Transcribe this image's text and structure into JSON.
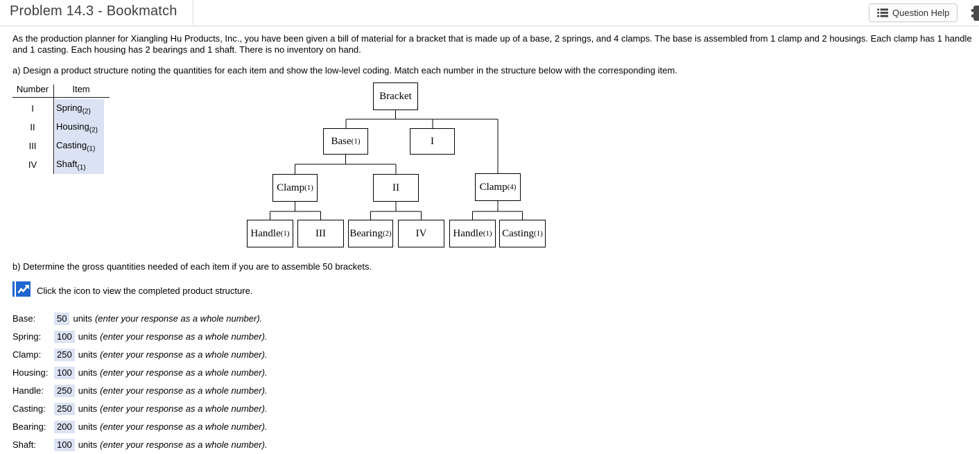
{
  "header": {
    "title": "Problem 14.3 - Bookmatch",
    "question_help": "Question Help",
    "icons": {
      "question_help": "list-icon",
      "edge_partial": "clipped-toolbar-icon"
    }
  },
  "problem": {
    "intro": "As the production planner for Xiangling Hu Products, Inc., you have been given a bill of material for a bracket that is made up of a base, 2 springs, and 4 clamps. The base is assembled from 1 clamp and 2 housings. Each clamp has 1 handle and 1 casting. Each housing has 2 bearings and 1 shaft. There is no inventory on hand.",
    "part_a": "a) Design a product structure noting the quantities for each item and show the low-level coding. Match each number in the structure below with the corresponding item.",
    "part_b": "b) Determine the gross quantities needed of each item if you are to assemble 50 brackets.",
    "icon_caption": "Click the icon to view the completed product structure.",
    "icons": {
      "view_structure": "line-chart-icon"
    }
  },
  "match_table": {
    "col_number": "Number",
    "col_item": "Item",
    "rows": [
      {
        "number": "I",
        "item": "Spring",
        "qty": "(2)"
      },
      {
        "number": "II",
        "item": "Housing",
        "qty": "(2)"
      },
      {
        "number": "III",
        "item": "Casting",
        "qty": "(1)"
      },
      {
        "number": "IV",
        "item": "Shaft",
        "qty": "(1)"
      }
    ]
  },
  "diagram": {
    "boxes": [
      {
        "label": "Bracket",
        "sub": ""
      },
      {
        "label": "Base",
        "sub": "(1)"
      },
      {
        "label": "I",
        "sub": ""
      },
      {
        "label": "Clamp",
        "sub": "(1)"
      },
      {
        "label": "II",
        "sub": ""
      },
      {
        "label": "Clamp",
        "sub": "(4)"
      },
      {
        "label": "Handle",
        "sub": "(1)"
      },
      {
        "label": "III",
        "sub": ""
      },
      {
        "label": "Bearing",
        "sub": "(2)"
      },
      {
        "label": "IV",
        "sub": ""
      },
      {
        "label": "Handle",
        "sub": "(1)"
      },
      {
        "label": "Casting",
        "sub": "(1)"
      }
    ]
  },
  "answers": {
    "units_label": "units",
    "hint": "(enter your response as a whole number).",
    "rows": [
      {
        "label": "Base:",
        "value": "50"
      },
      {
        "label": "Spring:",
        "value": "100"
      },
      {
        "label": "Clamp:",
        "value": "250"
      },
      {
        "label": "Housing:",
        "value": "100"
      },
      {
        "label": "Handle:",
        "value": "250"
      },
      {
        "label": "Casting:",
        "value": "250"
      },
      {
        "label": "Bearing:",
        "value": "200"
      },
      {
        "label": "Shaft:",
        "value": "100"
      }
    ]
  },
  "colors": {
    "highlight": "#dae2f3",
    "accent_blue": "#1f66d0",
    "line": "#000000"
  }
}
